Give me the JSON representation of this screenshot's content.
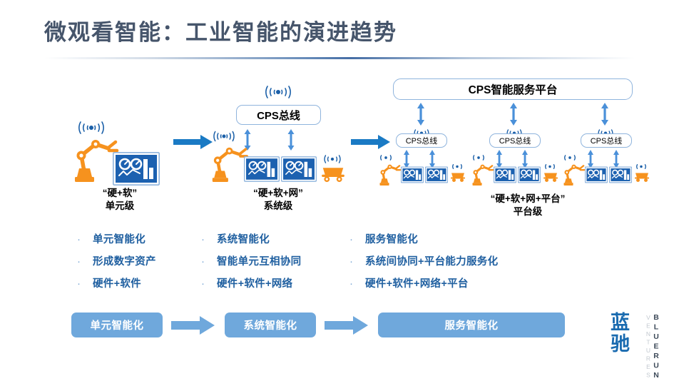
{
  "slide": {
    "title": "微观看智能：工业智能的演进趋势",
    "background_color": "#ffffff",
    "title_color": "#46556b",
    "accent_blue": "#1a6bb0",
    "bullet_blue": "#1f5fa0",
    "flow_blue": "#6fa8dc",
    "robot_orange": "#f6921e",
    "monitor_blue": "#1c61b0"
  },
  "stages": [
    {
      "id": "unit",
      "label_quote": "“硬+软”",
      "label_level": "单元级",
      "icons": [
        "wireless-icon",
        "robot-arm-icon",
        "monitor-icon"
      ]
    },
    {
      "id": "system",
      "label_quote": "“硬+软+网”",
      "label_level": "系统级",
      "bus_label": "CPS总线",
      "icons": [
        "wireless-icon",
        "robot-arm-icon",
        "monitor-icon",
        "monitor-icon",
        "agv-cart-icon"
      ]
    },
    {
      "id": "platform",
      "label_quote": "“硬+软+网+平台”",
      "label_level": "平台级",
      "platform_label": "CPS智能服务平台",
      "bus_labels": [
        "CPS总线",
        "CPS总线",
        "CPS总线"
      ],
      "icons": [
        "robot-arm-icon",
        "monitor-icon",
        "monitor-icon",
        "agv-cart-icon"
      ]
    }
  ],
  "bullet_columns": [
    {
      "id": "col-unit",
      "items": [
        "单元智能化",
        "形成数字资产",
        "硬件+软件"
      ]
    },
    {
      "id": "col-system",
      "items": [
        "系统智能化",
        "智能单元互相协同",
        "硬件+软件+网络"
      ]
    },
    {
      "id": "col-platform",
      "items": [
        "服务智能化",
        "系统间协同+平台能力服务化",
        "硬件+软件+网络+平台"
      ]
    }
  ],
  "flow": {
    "steps": [
      "单元智能化",
      "系统智能化",
      "服务智能化"
    ]
  },
  "logo": {
    "cn_line1": "蓝",
    "cn_line2": "驰",
    "en_main": "BLUERUN",
    "en_sub": "VENTURES"
  }
}
